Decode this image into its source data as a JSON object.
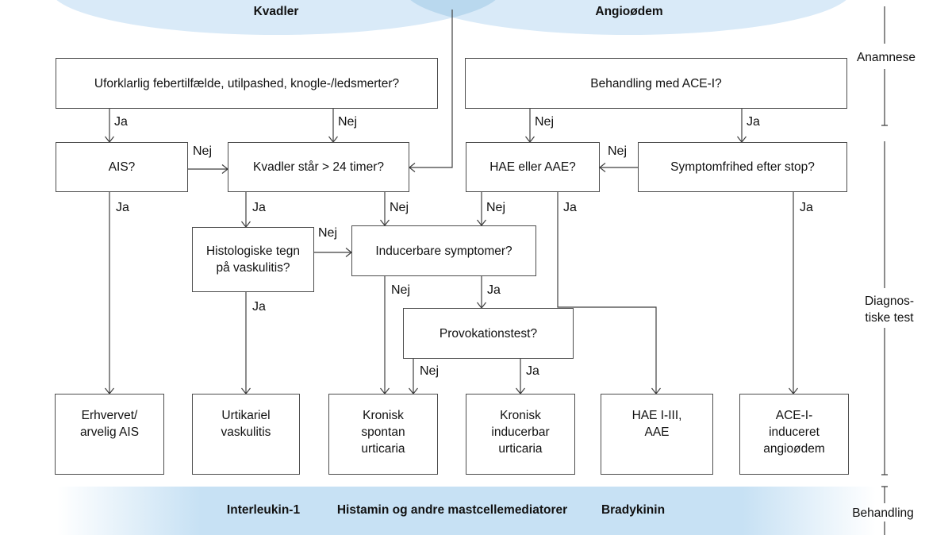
{
  "venn": {
    "left_label": "Kvadler",
    "right_label": "Angioødem"
  },
  "labels": {
    "ja": "Ja",
    "nej": "Nej"
  },
  "boxes": {
    "fever_question": "Uforklarlig febertilfælde, utilpashed, knogle-/ledsmerter?",
    "ace_question": "Behandling med ACE-I?",
    "ais_question": "AIS?",
    "wheals_24h_question": "Kvadler står > 24 timer?",
    "hae_aae_question": "HAE eller AAE?",
    "symptom_free_question": "Symptomfrihed efter stop?",
    "histology_question": [
      "Histologiske tegn",
      "på vaskulitis?"
    ],
    "inducible_question": "Inducerbare symptomer?",
    "provocation_question": "Provokationstest?",
    "outcome_ais": [
      "Erhvervet/",
      "arvelig AIS"
    ],
    "outcome_vasculitis": [
      "Urtikariel",
      "vaskulitis"
    ],
    "outcome_spontaneous": [
      "Kronisk",
      "spontan",
      "urticaria"
    ],
    "outcome_inducible": [
      "Kronisk",
      "inducerbar",
      "urticaria"
    ],
    "outcome_hae": [
      "HAE I-III,",
      "AAE"
    ],
    "outcome_ace": [
      "ACE-I-",
      "induceret",
      "angioødem"
    ]
  },
  "phases": {
    "anamnese": "Anamnese",
    "diagnostic": [
      "Diagnos-",
      "tiske test"
    ],
    "treatment": "Behandling"
  },
  "mediators": {
    "interleukin": "Interleukin-1",
    "histamine": "Histamin og andre mastcellemediatorer",
    "bradykinin": "Bradykinin"
  },
  "colors": {
    "ellipse_fill": "#d9eaf8",
    "ellipse_overlap": "#b9d8ee",
    "band_fill": "#c7e1f4",
    "line": "#3f3f3f"
  }
}
